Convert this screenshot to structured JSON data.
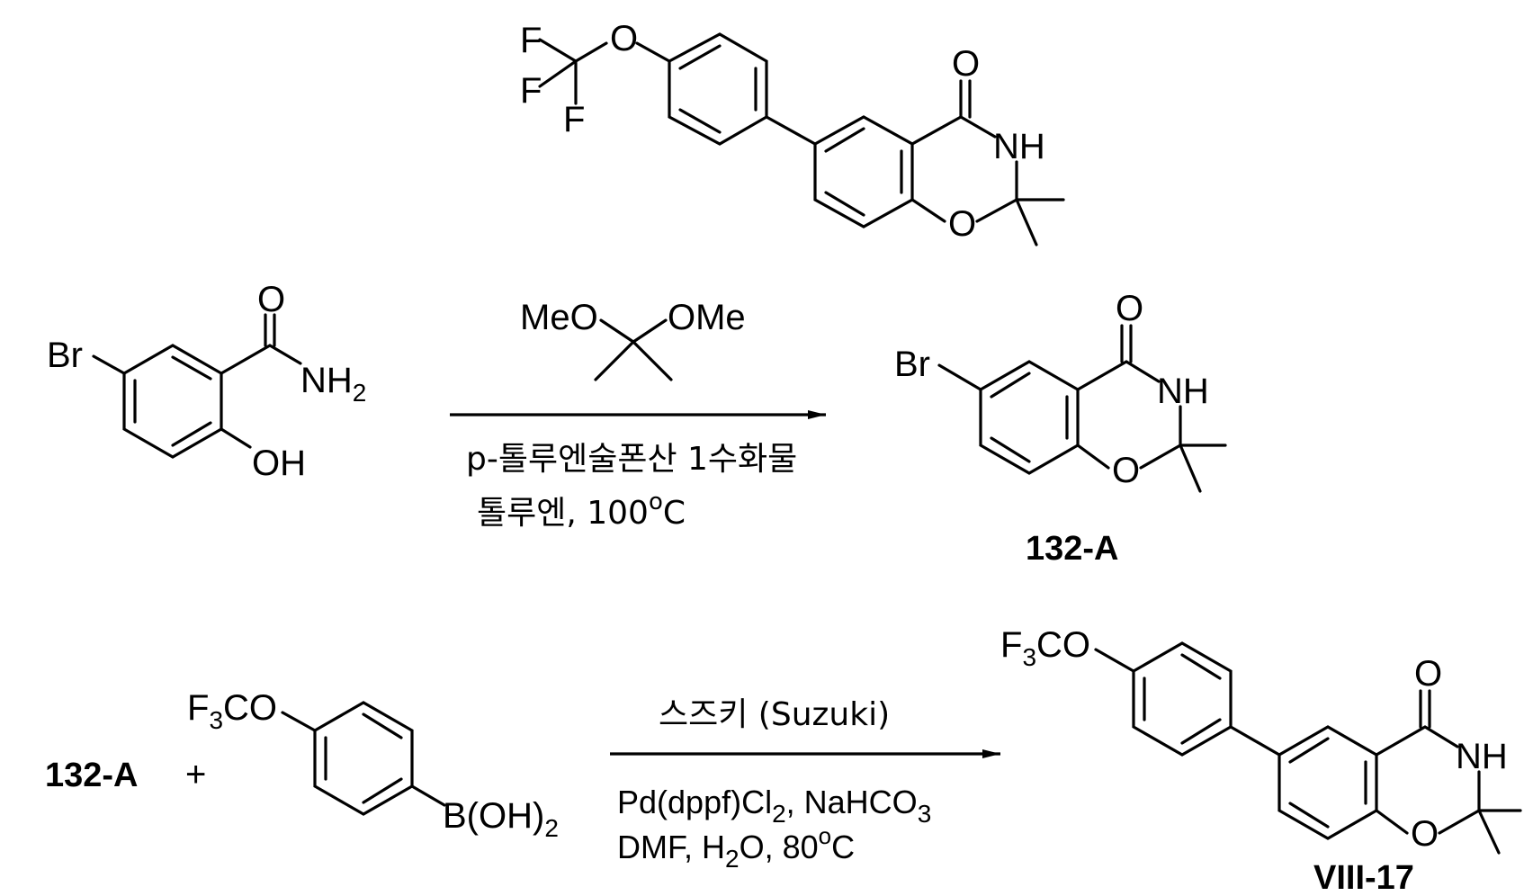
{
  "molecules": {
    "top_product": {
      "atoms": {
        "f1": "F",
        "f2": "F",
        "f3": "F",
        "o_ether": "O",
        "o_carbonyl": "O",
        "nh": "NH",
        "o_ring": "O"
      }
    },
    "bromo_salicylamide": {
      "atoms": {
        "br": "Br",
        "o": "O",
        "nh2_main": "NH",
        "nh2_sub": "2",
        "oh": "OH"
      }
    },
    "dimethoxypropane": {
      "atoms": {
        "meo_left": "MeO",
        "ome_right": "OMe"
      }
    },
    "compound_132A": {
      "atoms": {
        "br": "Br",
        "o_carbonyl": "O",
        "nh": "NH",
        "o_ring": "O"
      },
      "label": "132-A"
    },
    "boronic_acid": {
      "atoms": {
        "f": "F",
        "f_sub": "3",
        "co": "CO",
        "b_main": "B(OH)",
        "b_sub": "2"
      }
    },
    "product_VIII17": {
      "atoms": {
        "f": "F",
        "f_sub": "3",
        "co": "CO",
        "o_carbonyl": "O",
        "nh": "NH",
        "o_ring": "O"
      },
      "label": "VIII-17"
    }
  },
  "step1": {
    "conditions_line1": "p-톨루엔술폰산 1수화물",
    "conditions_line2_main": "톨루엔, 100",
    "conditions_line2_sup": "o",
    "conditions_line2_end": "C"
  },
  "step2": {
    "reactant_label": "132-A",
    "plus": "+",
    "name": "스즈키 (Suzuki)",
    "line1_a": "Pd(dppf)Cl",
    "line1_sub1": "2",
    "line1_b": ", NaHCO",
    "line1_sub2": "3",
    "line2_a": "DMF, H",
    "line2_sub": "2",
    "line2_b": "O, 80",
    "line2_sup": "o",
    "line2_c": "C"
  }
}
